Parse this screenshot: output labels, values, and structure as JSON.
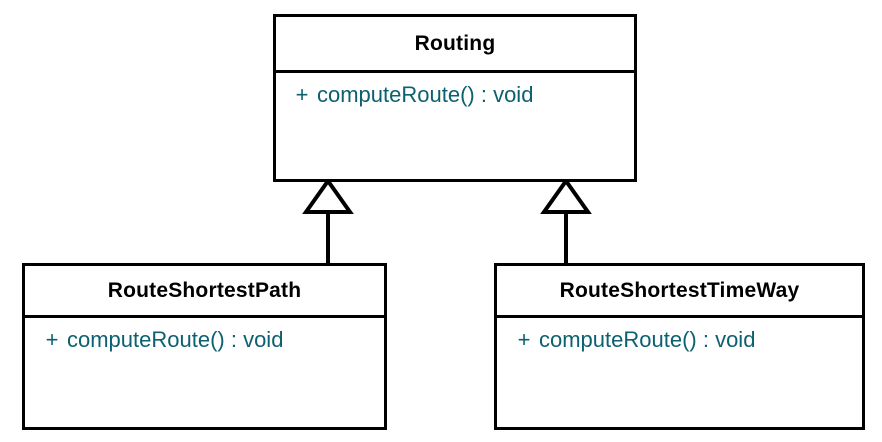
{
  "diagram": {
    "type": "uml-class-diagram",
    "background_color": "#ffffff",
    "line_color": "#000000",
    "title_color": "#000000",
    "member_color": "#0d6070",
    "classes": [
      {
        "id": "routing",
        "name": "Routing",
        "role": "superclass",
        "members": [
          {
            "visibility": "+",
            "signature": "computeRoute() : void"
          }
        ]
      },
      {
        "id": "route-shortest-path",
        "name": "RouteShortestPath",
        "role": "subclass",
        "members": [
          {
            "visibility": "+",
            "signature": "computeRoute() : void"
          }
        ]
      },
      {
        "id": "route-shortest-time-way",
        "name": "RouteShortestTimeWay",
        "role": "subclass",
        "members": [
          {
            "visibility": "+",
            "signature": "computeRoute() : void"
          }
        ]
      }
    ],
    "relationships": [
      {
        "id": "gen-left",
        "kind": "generalization",
        "from": "RouteShortestPath",
        "to": "Routing"
      },
      {
        "id": "gen-right",
        "kind": "generalization",
        "from": "RouteShortestTimeWay",
        "to": "Routing"
      }
    ]
  }
}
